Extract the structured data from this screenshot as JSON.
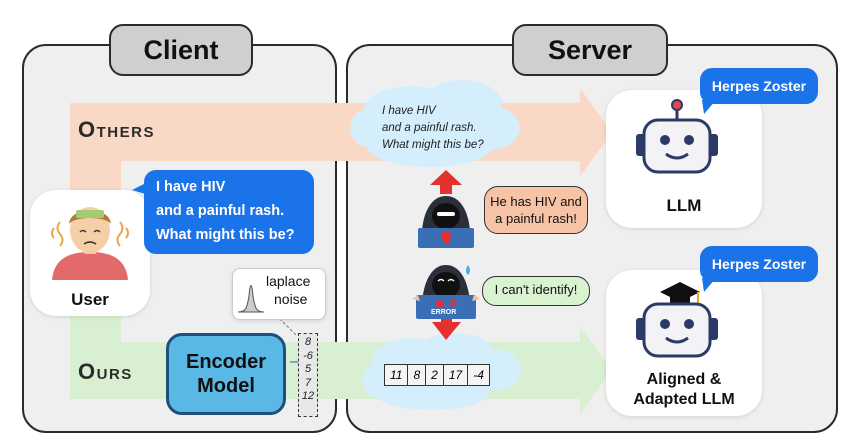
{
  "client_title": "Client",
  "server_title": "Server",
  "others_label": "Others",
  "ours_label": "Ours",
  "user": {
    "label": "User",
    "message_lines": [
      "I have HIV",
      "and a painful rash.",
      "What might this be?"
    ]
  },
  "cloud_message_lines": [
    "I have HIV",
    "and a painful rash.",
    "What might this be?"
  ],
  "attacker_success_lines": [
    "He has HIV and",
    "a painful rash!"
  ],
  "attacker_fail": "I can't identify!",
  "error_label": "ERROR",
  "noise_label_lines": [
    "laplace",
    "noise"
  ],
  "encoder_lines": [
    "Encoder",
    "Model"
  ],
  "encoded_vector": [
    "8",
    "-6",
    "5",
    "7",
    "12"
  ],
  "cloud_tokens": [
    "11",
    "8",
    "2",
    "17",
    "-4"
  ],
  "llm": {
    "label": "LLM",
    "response": "Herpes Zoster"
  },
  "aligned_llm": {
    "label_lines": [
      "Aligned &",
      "Adapted LLM"
    ],
    "response": "Herpes Zoster"
  },
  "colors": {
    "others_band": "#f9d8c6",
    "ours_band": "#d9efd1",
    "bubble_blue": "#1a73e8",
    "encoder_fill": "#5ab8e6",
    "attack_arrow": "#e53030",
    "success_bubble": "#f6c3a6",
    "fail_bubble": "#d9f2cf",
    "cloud": "#d4eefb"
  }
}
